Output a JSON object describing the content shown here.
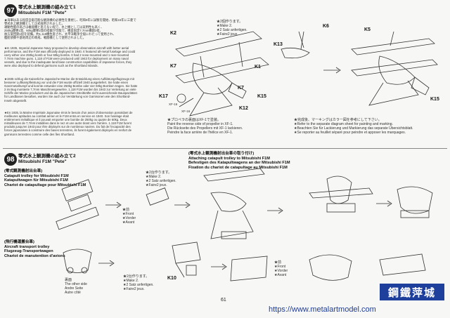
{
  "step97": {
    "number": "97",
    "title_jp": "零式水上観測機の組み立て1",
    "title_en": "Mitsubishi F1M \"Pete\"",
    "desc_jp": "★海軍はある程度自衛可能な観測機の必要性を重視し、昭和9年に試製を開始、昭和15年に三菱で零式水上観測機として正式採用されました。\n運動性能の高さは複座機と思えない程で、水上機としては実用性も高く、\n250kg爆弾1発、60kg爆弾2発の搭載が可能で、機首固定7.7mm機銃2挺、\n後方旋回銃1挺を装備。約1,118機生産され、太平洋戦争全般にわたって使用され、\n艦船偵察や基地周辺の哨戒、戦闘機として使用されました。",
    "desc_en": "★In 1935, Imperial Japanese Navy proposed to develop observation aircraft with better aerial performance, and the F1M was officially deployed in 1940. It featured all-metal fuselage and could carry either one 250kg bomb or four 60kg bombs. It had 2 nose-mounted and 1 rear-mounted 7.7mm machine guns. 1,118 of F1M were produced until 1943 for deployment on many naval vessels, and due to the inadequate land base construction capabilities of Japanese forces, they were also deployed to defend garrisons such as the Shortland Islands.",
    "desc_de": "★1935 schlug die Kaiserliche Japanische Marine die Entwicklung eines Aufklärungsflugzeugs mit besserer Luftkampfleistung vor und die F1M wurde offiziell 1940 ausgeliefert. Sie hatte einen Ganzmetallrumpf und konnte entweder eine 250kg Bombe oder vier 60kg Bomben tragen. Sie hatte 2 im Bug montierte 7,7mm Maschinengewehre. 1.118 F1M wurden bis 1943 zur Verteilung an viele Schiffe der Marine produziert und da die Japanischen Streitkräfte nicht ausreichende Bauspazitäten für Landbasen besaßen, wurden Sie auch zur Verstärkung von Garnisonen wie den Shortland-Inseln abgestellt.",
    "desc_fr": "★En 1935, la Marine Impériale Japonaise émis le besoin d'un avion d'observation possédant de meilleures aptitudes au combat aérien et le F1M entra en service en 1940. Son fuselage était entièrement métallique et il pouvait emporter une bombe de 250kg ou quatre de 60kg. Deux mitrailleuses de 7,7mm installées dans le nez et une autre tirant vers l'arrière. 1.118 F1M furent produits jusqu'en 1943 pour être déployés sur de nombreux navires. Du fait de l'incapacité des forces japonaises à construire des bases terrestres, ils furent également déployés en renfort de garnisons terrestres comme celle des îles Shortland.",
    "parts_note": "★2個作ります。\n★Make 2.\n★2 Satz anfertigen.\n★Faire2 jeux.",
    "paint_note": "★プロペラの裏面はXF-1で塗装。\nPaint the reverse side of propeller in XF-1.\nDie Rückseite des Propellers mit XF-1 lackieren.\nPeindre la face arrière de l'hélice en XF-1.",
    "decal_note": "★完成後、マーキングはカラー図を参考にして下さい。\n★Refer to the separate diagram sheet for painting and marking.\n★Beachten Sie für Lackierung und Markierung das separate Übersichtsblatt.\n★Se reporter au feuillet séparé pour peindre et apposer les marquages.",
    "parts": [
      "K2",
      "K6",
      "K13",
      "K5",
      "K7",
      "K1",
      "K15",
      "K17",
      "XF-16",
      "XF-16",
      "K12",
      "K7",
      "K15"
    ]
  },
  "step98": {
    "number": "98",
    "title_jp": "零式水上観測機の組み立て2",
    "title_en": "Mitsubishi F1M \"Pete\"",
    "attach_title": "(零式水上観測機射出台車の取り付け)\nAttaching catapult trolley to Mitsubishi F1M\nBefestigen des Katapultwagens an der Mitsubishi F1M\nFixation du chariot de catapultage au Mitsubishi F1M",
    "catapult_title": "(零式観測機射出台車)\nCatapult trolley for Mitsubishi F1M\nKatapultwagen für Mitsubishi F1M\nChariot de catapultage pour Mitsubishi F1M",
    "trolley_title": "(飛行機運搬台車)\nAircraft transport trolley\nFlugzeug-Transportwagen\nChariot de manutention d'avions",
    "make2_a": "★2台作ります。\n★Make 2.\n★2 Satz anfertigen.\n★Faire2 jeux.",
    "make2_b": "★2台作ります。\n★Make 2.\n★2 Satz anfertigen.\n★Faire2 jeux.",
    "front": "★前\n★Front\n★Vorder\n★Avant",
    "front2": "★前\n★Front\n★Vorder\n★Avant",
    "other_side": "裏面\nThe other side\nAndre Seite\nAutre côté",
    "part_k10": "K10"
  },
  "page_number": "61",
  "watermark_url": "https://www.metalartmodel.com",
  "badge_text": "鋼鐵萍城"
}
